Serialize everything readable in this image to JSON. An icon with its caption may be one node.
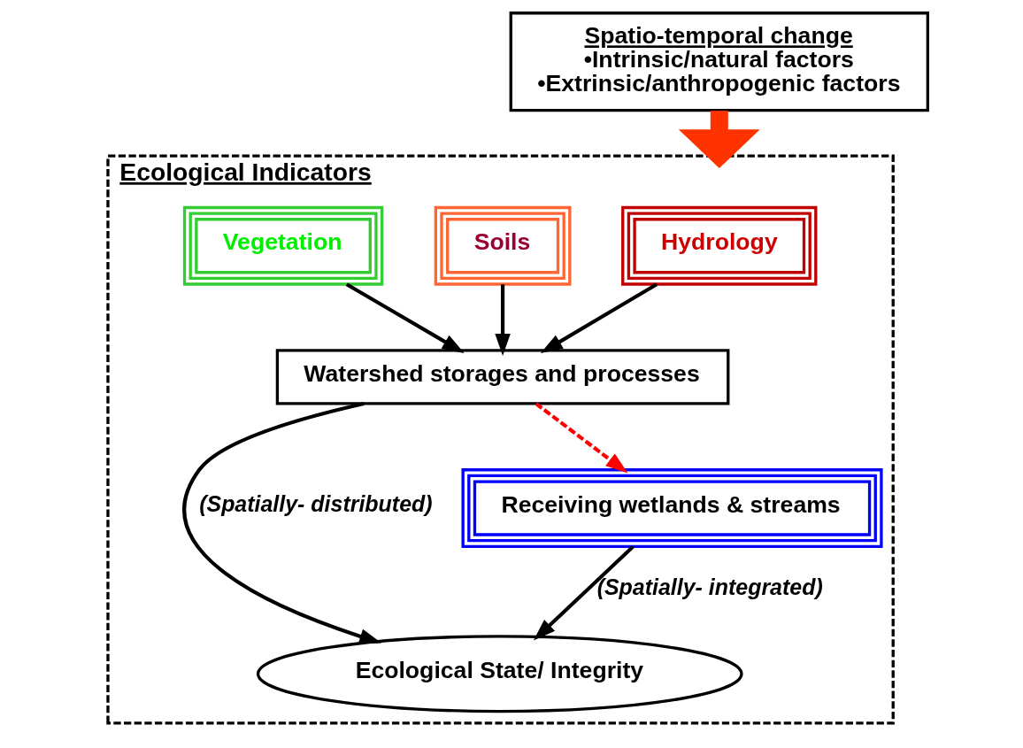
{
  "diagram": {
    "nodes": [
      {
        "text": [
          "Spatio-temporal change",
          "•Intrinsic/natural factors",
          "•Extrinsic/anthropogenic factors"
        ]
      },
      {
        "text": [
          "Ecological Indicators"
        ]
      },
      {
        "text": [
          "Hydrology"
        ],
        "in": 1
      },
      {
        "text": [
          "Soils"
        ],
        "in": 1
      },
      {
        "text": [
          "Vegetation"
        ],
        "in": 1
      },
      {
        "text": [
          "Watershed storages and processes"
        ],
        "in": 1
      },
      {
        "text": [
          "Ecological State/ Integrity"
        ],
        "in": 1
      },
      {
        "text": [
          "Receiving wetlands & streams"
        ],
        "in": 1
      }
    ],
    "edges": [
      {
        "from": 0,
        "to": 1,
        "arrow": "to",
        "style": "thick",
        "color": "#ff3300"
      },
      {
        "from": 2,
        "to": 5,
        "arrow": "to"
      },
      {
        "from": 3,
        "to": 5,
        "arrow": "to"
      },
      {
        "from": 4,
        "to": 5,
        "arrow": "to"
      },
      {
        "from": 5,
        "to": 6,
        "arrow": "to",
        "label": "(Spatially- distributed)"
      },
      {
        "from": 5,
        "to": 7,
        "arrow": "to",
        "style": "dashed",
        "color": "#ff0000"
      },
      {
        "from": 7,
        "to": 6,
        "arrow": "to",
        "label": "(Spatially- integrated)"
      }
    ]
  }
}
